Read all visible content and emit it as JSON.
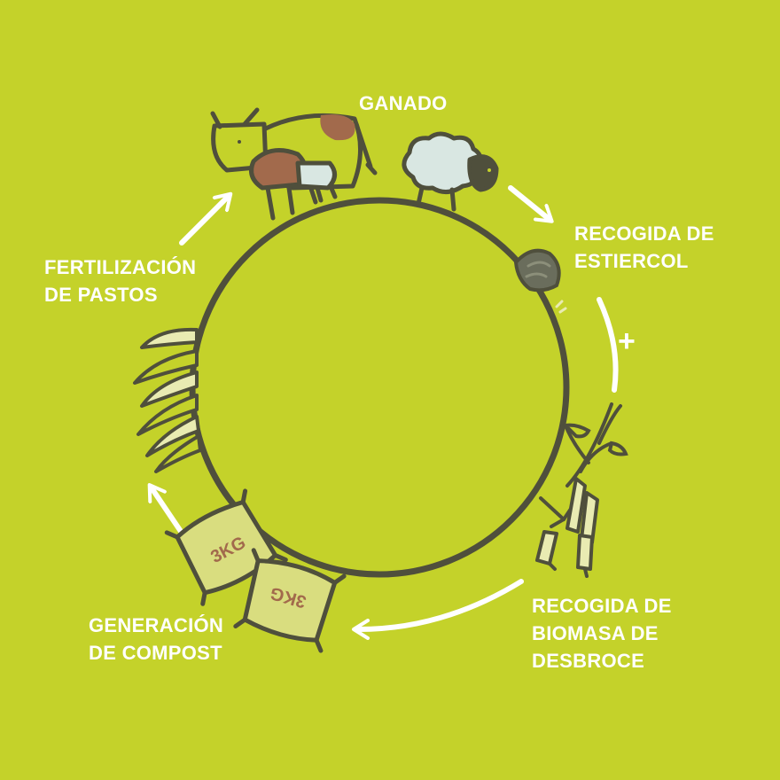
{
  "diagram": {
    "colors": {
      "background": "#c4d22a",
      "ring": "#4f4f3c",
      "arrow": "#ffffff",
      "label": "#ffffff",
      "cow_patch": "#a26a4c",
      "sheep_wool": "#d9e7e2",
      "bag": "#d9dd7f",
      "bag_text": "#a26a4c",
      "stalk": "#e9ebb2"
    },
    "stages": {
      "ganado": {
        "lines": [
          "GANADO"
        ]
      },
      "estiercol": {
        "lines": [
          "RECOGIDA DE",
          "ESTIERCOL"
        ]
      },
      "biomasa": {
        "lines": [
          "RECOGIDA DE",
          "BIOMASA DE",
          "DESBROCE"
        ]
      },
      "compost": {
        "lines": [
          "GENERACIÓN",
          "DE COMPOST"
        ]
      },
      "fertilizacion": {
        "lines": [
          "FERTILIZACIÓN",
          "DE PASTOS"
        ]
      }
    },
    "combine_symbol": "+",
    "bag_label": "3KG",
    "icons": [
      "cow-icon",
      "calf-icon",
      "sheep-icon",
      "manure-icon",
      "branch-icon",
      "cut-shrub-icon",
      "compost-bag-icon",
      "grass-icon"
    ]
  }
}
